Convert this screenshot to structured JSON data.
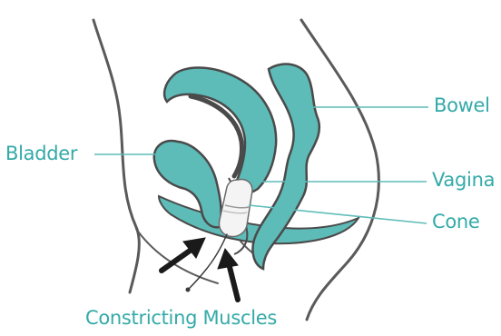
{
  "colors": {
    "organ_fill": "#5dbcb8",
    "organ_stroke": "#4a4a4a",
    "body_outline": "#5a5a5a",
    "label_text": "#33aaa8",
    "leader_line": "#5dbcb8",
    "arrow": "#1a1a1a"
  },
  "labels": {
    "bladder": "Bladder",
    "bowel": "Bowel",
    "vagina": "Vagina",
    "cone": "Cone",
    "constricting_muscles": "Constricting Muscles"
  },
  "icons": {
    "arrow_left": "arrow-up-right-icon",
    "arrow_right": "arrow-up-icon"
  }
}
